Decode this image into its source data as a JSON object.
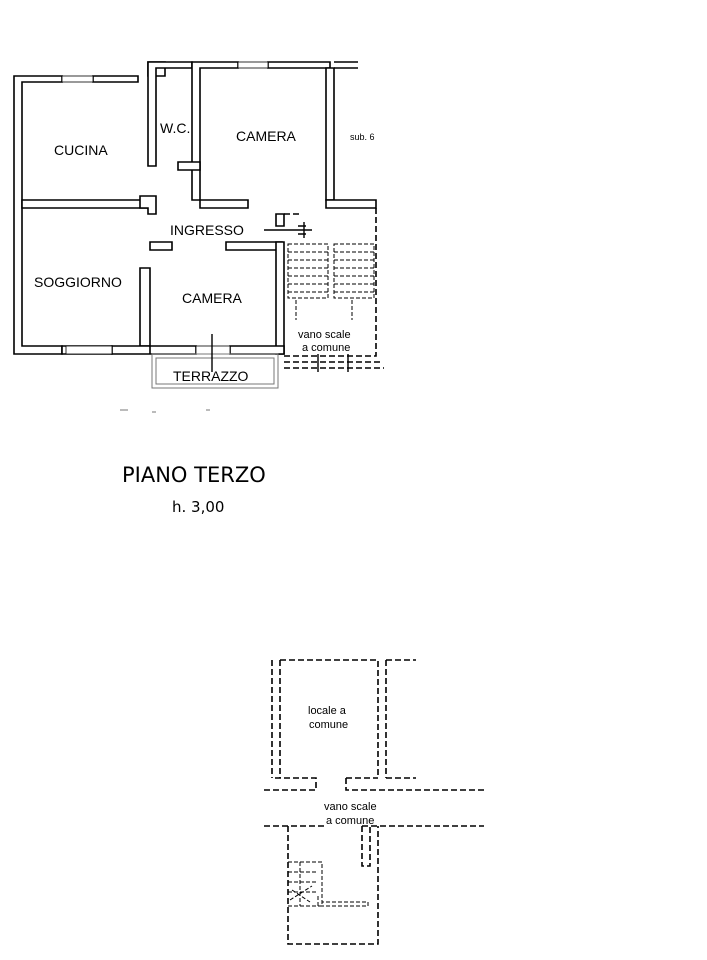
{
  "floor_plan_top": {
    "rooms": {
      "cucina": "CUCINA",
      "wc": "W.C.",
      "camera_1": "CAMERA",
      "sub": "sub. 6",
      "ingresso": "INGRESSO",
      "soggiorno": "SOGGIORNO",
      "camera_2": "CAMERA",
      "terrazzo": "TERRAZZO",
      "vano_scale_1": "vano scale",
      "vano_scale_2": "a comune"
    },
    "title": "PIANO TERZO",
    "height": "h. 3,00"
  },
  "floor_plan_bottom": {
    "locale_1": "locale a",
    "locale_2": "comune",
    "vano_scale_1": "vano scale",
    "vano_scale_2": "a comune"
  }
}
